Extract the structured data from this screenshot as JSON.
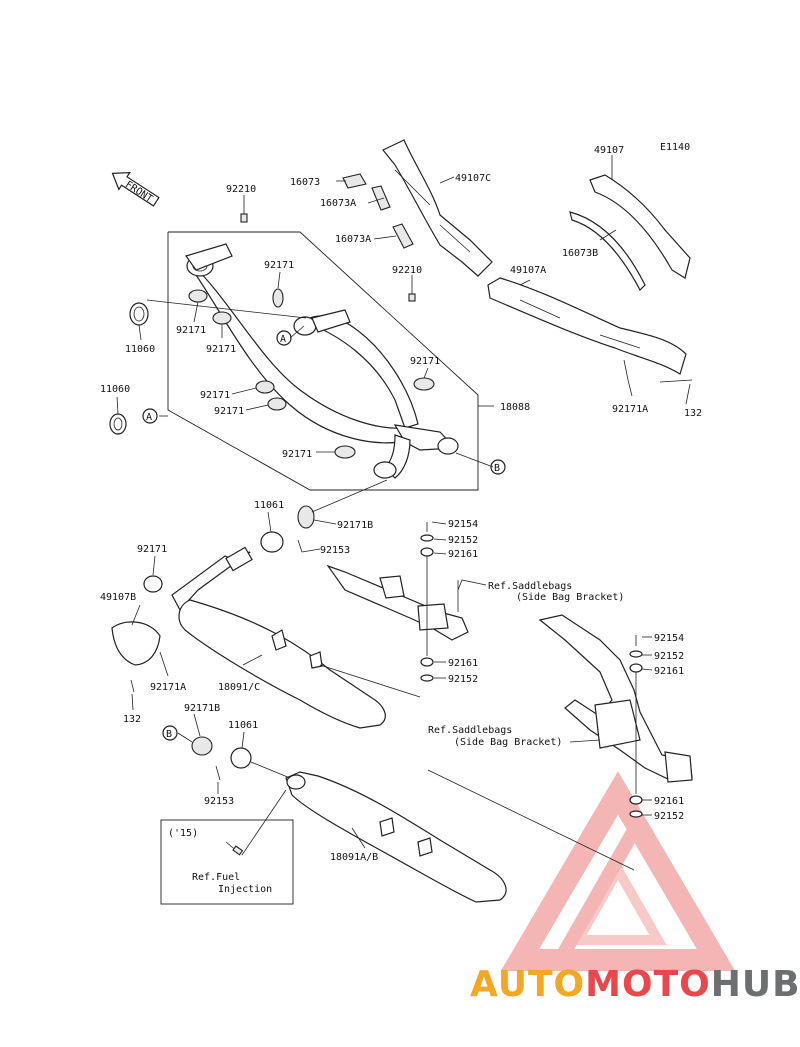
{
  "diagram": {
    "code": "E1140",
    "front_arrow_text": "FRONT",
    "labels": {
      "l_49107": "49107",
      "l_16073": "16073",
      "l_49107C": "49107C",
      "l_16073A_1": "16073A",
      "l_16073A_2": "16073A",
      "l_16073B": "16073B",
      "l_49107A": "49107A",
      "l_92210_1": "92210",
      "l_92210_2": "92210",
      "l_92171_1": "92171",
      "l_92171_2": "92171",
      "l_92171_3": "92171",
      "l_92171_4": "92171",
      "l_92171_5": "92171",
      "l_92171_6": "92171",
      "l_92171_7": "92171",
      "l_92171_8": "92171",
      "l_11060_1": "11060",
      "l_11060_2": "11060",
      "l_18088": "18088",
      "l_92171A_1": "92171A",
      "l_132_1": "132",
      "l_11061_1": "11061",
      "l_92171B_1": "92171B",
      "l_92153_1": "92153",
      "l_92154_1": "92154",
      "l_92152_1": "92152",
      "l_92161_1": "92161",
      "l_ref_saddle_1a": "Ref.Saddlebags",
      "l_ref_saddle_1b": "(Side Bag Bracket)",
      "l_49107B": "49107B",
      "l_92171A_2": "92171A",
      "l_132_2": "132",
      "l_18091C": "18091/C",
      "l_92161_2": "92161",
      "l_92152_2": "92152",
      "l_92154_2": "92154",
      "l_92152_3": "92152",
      "l_92161_3": "92161",
      "l_ref_saddle_2a": "Ref.Saddlebags",
      "l_ref_saddle_2b": "(Side Bag Bracket)",
      "l_92171B_2": "92171B",
      "l_11061_2": "11061",
      "l_92153_2": "92153",
      "l_92161_4": "92161",
      "l_92152_4": "92152",
      "l_inset_year": "('15)",
      "l_ref_fuel_a": "Ref.Fuel",
      "l_ref_fuel_b": "Injection",
      "l_18091AB": "18091A/B"
    },
    "callouts": {
      "a1": "A",
      "a2": "A",
      "b1": "B",
      "b2": "B"
    }
  },
  "watermark": {
    "part1": "AUTO",
    "part2": "MOTO",
    "part3": "HUB",
    "color_orange": "#f5a623",
    "color_red": "#e8474b",
    "color_gray": "#6d6e70"
  }
}
